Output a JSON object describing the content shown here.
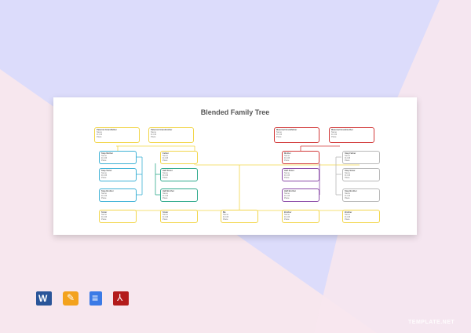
{
  "document": {
    "title": "Blended Family Tree"
  },
  "nodes": [
    {
      "id": "pgf",
      "lines": [
        "Paternal Grandfather",
        "Name",
        "D.O.B",
        "Place"
      ]
    },
    {
      "id": "pgm",
      "lines": [
        "Paternal Grandmother",
        "Name",
        "D.O.B",
        "Place"
      ]
    },
    {
      "id": "mgf",
      "lines": [
        "Maternal Grandfather",
        "Name",
        "D.O.B",
        "Place"
      ]
    },
    {
      "id": "mgm",
      "lines": [
        "Maternal Grandmother",
        "Name",
        "D.O.B",
        "Place"
      ]
    },
    {
      "id": "stepmother",
      "lines": [
        "Step Mother",
        "Name",
        "D.O.B",
        "Place"
      ]
    },
    {
      "id": "father",
      "lines": [
        "Father",
        "Name",
        "D.O.B",
        "Place"
      ]
    },
    {
      "id": "mother",
      "lines": [
        "Mother",
        "Name",
        "D.O.B",
        "Place"
      ]
    },
    {
      "id": "stepfather",
      "lines": [
        "Step Father",
        "Name",
        "D.O.B",
        "Place"
      ]
    },
    {
      "id": "stepsister1",
      "lines": [
        "Step Sister",
        "Name",
        "D.O.B",
        "Place"
      ]
    },
    {
      "id": "halfsister1",
      "lines": [
        "Half Sister",
        "Name",
        "D.O.B",
        "Place"
      ]
    },
    {
      "id": "stepbrother1",
      "lines": [
        "Step Brother",
        "Name",
        "D.O.B",
        "Place"
      ]
    },
    {
      "id": "halfbrother1",
      "lines": [
        "Half Brother",
        "Name",
        "D.O.B",
        "Place"
      ]
    },
    {
      "id": "stepsister2",
      "lines": [
        "Step Sister",
        "Name",
        "D.O.B",
        "Place"
      ]
    },
    {
      "id": "halfsister2",
      "lines": [
        "Half Sister",
        "Name",
        "D.O.B",
        "Place"
      ]
    },
    {
      "id": "halfbrother2",
      "lines": [
        "Half Brother",
        "Name",
        "D.O.B",
        "Place"
      ]
    },
    {
      "id": "stepbrother2",
      "lines": [
        "Step Brother",
        "Name",
        "D.O.B",
        "Place"
      ]
    },
    {
      "id": "child1",
      "lines": [
        "Sister",
        "Name",
        "D.O.B",
        "Place"
      ]
    },
    {
      "id": "child2",
      "lines": [
        "Sister",
        "Name",
        "D.O.B",
        "Place"
      ]
    },
    {
      "id": "child3",
      "lines": [
        "Me",
        "Name",
        "D.O.B",
        "Place"
      ]
    },
    {
      "id": "child4",
      "lines": [
        "Brother",
        "Name",
        "D.O.B",
        "Place"
      ]
    },
    {
      "id": "child5",
      "lines": [
        "Brother",
        "Name",
        "D.O.B",
        "Place"
      ]
    }
  ],
  "formats": {
    "icons": [
      "word-icon",
      "pages-icon",
      "google-docs-icon",
      "pdf-icon"
    ]
  },
  "watermark": "TEMPLATE.NET",
  "colors": {
    "paternal": "#f2d64a",
    "paternal_step": "#3fb2d6",
    "paternal_half": "#2faa8c",
    "maternal": "#d23a3a",
    "maternal_half": "#8a4aa7",
    "maternal_step": "#b8b8b8"
  }
}
